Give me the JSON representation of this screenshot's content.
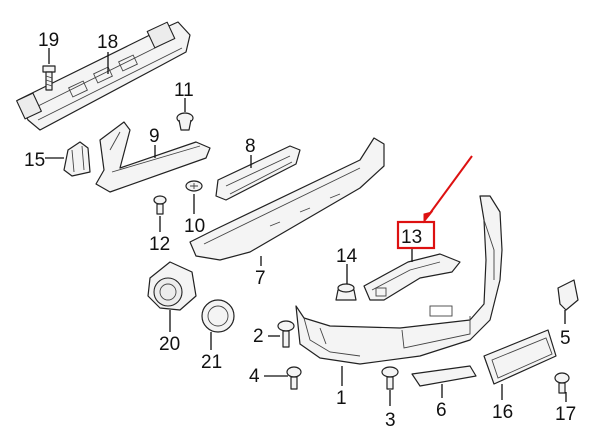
{
  "diagram": {
    "labels": [
      "1",
      "2",
      "3",
      "4",
      "5",
      "6",
      "7",
      "8",
      "9",
      "10",
      "11",
      "12",
      "13",
      "14",
      "15",
      "16",
      "17",
      "18",
      "19",
      "20",
      "21"
    ],
    "highlight": {
      "label": "13",
      "box_color": "#dd1111",
      "arrow_color": "#dd1111"
    }
  }
}
